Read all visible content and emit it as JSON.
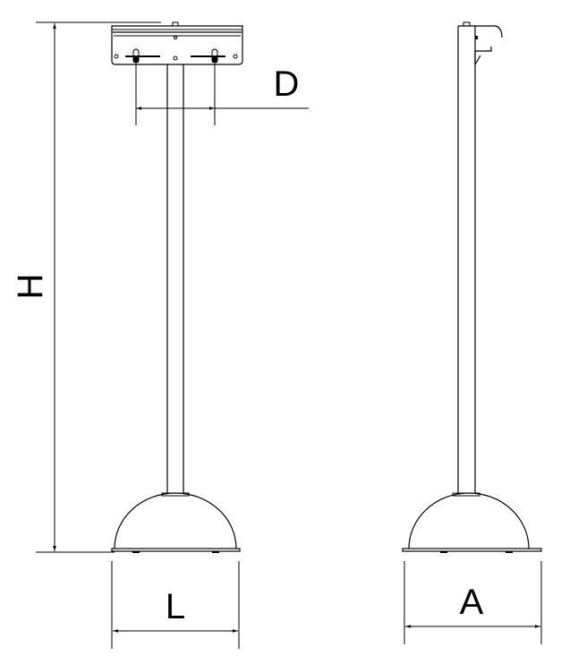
{
  "diagram": {
    "labels": {
      "height": "H",
      "bracket_spacing": "D",
      "base_length": "L",
      "base_width": "A"
    },
    "line_color": "#000000",
    "background": "#ffffff"
  }
}
